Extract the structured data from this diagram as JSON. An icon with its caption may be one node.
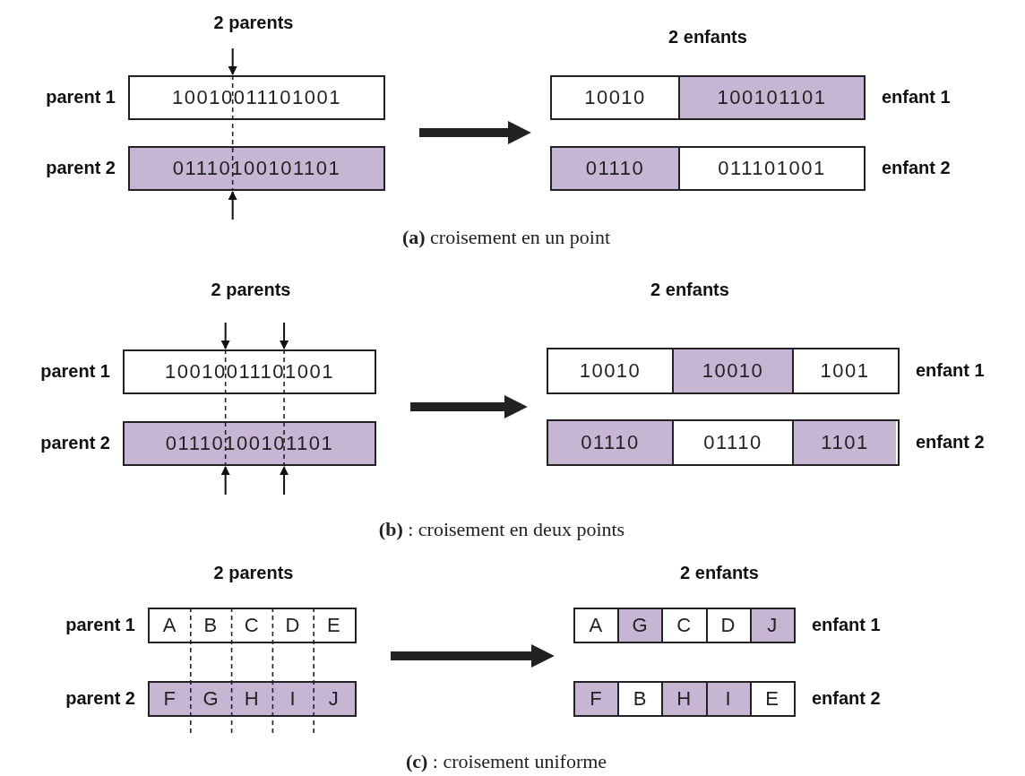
{
  "diagram": {
    "nodes": [
      {
        "text": [
          "10010011101001"
        ],
        "beside": [
          "parent 1"
        ]
      },
      {
        "text": [
          "01110100101101"
        ],
        "beside": [
          "parent 2"
        ]
      },
      {
        "text": [],
        "shape": "bar",
        "beside": [
          "enfant 1"
        ]
      },
      {
        "text": [
          "10010"
        ],
        "in": 2
      },
      {
        "text": [
          "100101101"
        ],
        "in": 2
      },
      {
        "text": [],
        "shape": "bar",
        "beside": [
          "enfant 2"
        ]
      },
      {
        "text": [
          "01110"
        ],
        "in": 5
      },
      {
        "text": [
          "011101001"
        ],
        "in": 5
      },
      {
        "text": [
          "10010011101001"
        ],
        "beside": [
          "parent 1"
        ]
      },
      {
        "text": [
          "01110100101101"
        ],
        "beside": [
          "parent 2"
        ]
      },
      {
        "text": [],
        "shape": "bar",
        "beside": [
          "enfant 1"
        ]
      },
      {
        "text": [
          "10010"
        ],
        "in": 10
      },
      {
        "text": [
          "10010"
        ],
        "in": 10
      },
      {
        "text": [
          "1001"
        ],
        "in": 10
      },
      {
        "text": [],
        "shape": "bar",
        "beside": [
          "enfant 2"
        ]
      },
      {
        "text": [
          "01110"
        ],
        "in": 14
      },
      {
        "text": [
          "01110"
        ],
        "in": 14
      },
      {
        "text": [
          "1101"
        ],
        "in": 14
      },
      {
        "text": [
          "A",
          "B",
          "C",
          "D",
          "E"
        ],
        "beside": [
          "parent 1"
        ]
      },
      {
        "text": [
          "F",
          "G",
          "H",
          "I",
          "J"
        ],
        "beside": [
          "parent 2"
        ]
      },
      {
        "text": [],
        "shape": "bar",
        "beside": [
          "enfant 1"
        ]
      },
      {
        "text": [
          "A"
        ],
        "in": 20
      },
      {
        "text": [
          "G"
        ],
        "in": 20
      },
      {
        "text": [
          "C"
        ],
        "in": 20
      },
      {
        "text": [
          "D"
        ],
        "in": 20
      },
      {
        "text": [
          "J"
        ],
        "in": 20
      },
      {
        "text": [],
        "shape": "bar",
        "beside": [
          "enfant 2"
        ]
      },
      {
        "text": [
          "F"
        ],
        "in": 26
      },
      {
        "text": [
          "B"
        ],
        "in": 26
      },
      {
        "text": [
          "H"
        ],
        "in": 26
      },
      {
        "text": [
          "I"
        ],
        "in": 26
      },
      {
        "text": [
          "E"
        ],
        "in": 26
      }
    ],
    "edges": [
      {
        "from": 0,
        "to": 2,
        "arrow": "to"
      },
      {
        "from": 8,
        "to": 10,
        "arrow": "to"
      },
      {
        "from": 18,
        "to": 20,
        "arrow": "to"
      }
    ],
    "labels": [
      "2 parents",
      "2 enfants",
      "**(a)**  croisement en un point",
      "2 parents",
      "2 enfants",
      "**(b)** : croisement en deux points",
      "2 parents",
      "2 enfants",
      "**(c)** : croisement uniforme"
    ]
  }
}
